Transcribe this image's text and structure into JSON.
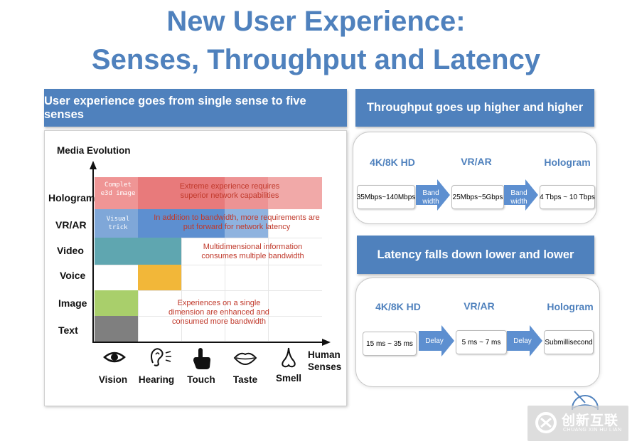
{
  "title": {
    "line1": "New User Experience:",
    "line2": "Senses, Throughput and Latency"
  },
  "left": {
    "header": "User experience goes from single sense to five senses",
    "media_title": "Media Evolution",
    "rows": [
      "Hologram",
      "VR/AR",
      "Video",
      "Voice",
      "Image",
      "Text"
    ],
    "senses": [
      "Vision",
      "Hearing",
      "Touch",
      "Taste",
      "Smell"
    ],
    "axis_x_label_line1": "Human",
    "axis_x_label_line2": "Senses",
    "notes": {
      "extreme": "Extreme experience requires superior network capabilities",
      "latency": "In addition to bandwidth, more requirements are put forward for network latency",
      "multidim": "Multidimensional information consumes multiple bandwidth",
      "single": "Experiences on a single dimension are enhanced and consumed more bandwidth"
    },
    "cell_text": {
      "complete": "Complet e3d image",
      "visual": "Visual trick"
    },
    "colors": {
      "red": "#e8787a",
      "blue": "#5d8fd0",
      "teal": "#5fa6b0",
      "yellow": "#f2b739",
      "green": "#a9cf6b",
      "gray": "#7f7f7f"
    },
    "icons": [
      "eye-icon",
      "ear-icon",
      "hand-touch-icon",
      "lips-icon",
      "nose-icon"
    ]
  },
  "throughput": {
    "header": "Throughput goes up higher and higher",
    "stages": [
      "4K/8K HD",
      "VR/AR",
      "Hologram"
    ],
    "values": [
      "35Mbps~140Mbps",
      "25Mbps~5Gbps",
      "4 Tbps ~ 10 Tbps"
    ],
    "arrow_label": "Band width"
  },
  "latency": {
    "header": "Latency falls down lower and lower",
    "stages": [
      "4K/8K HD",
      "VR/AR",
      "Hologram"
    ],
    "values": [
      "15 ms ~ 35 ms",
      "5 ms ~ 7 ms",
      "Submillisecond"
    ],
    "arrow_label": "Delay"
  },
  "watermark": {
    "brand": "创新互联",
    "sub": "CHUANG XIN HU LIAN"
  }
}
